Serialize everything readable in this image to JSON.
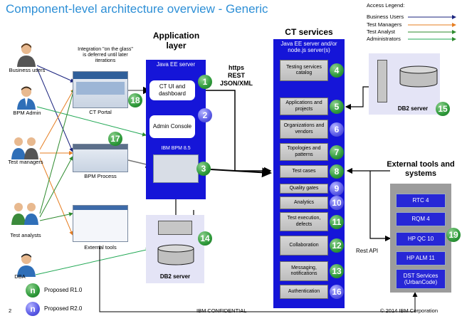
{
  "title": "Component-level architecture overview - Generic",
  "legend": {
    "title": "Access Legend:",
    "items": [
      {
        "label": "Business Users",
        "color": "#1a237e"
      },
      {
        "label": "Test Managers",
        "color": "#e67e22"
      },
      {
        "label": "Test Analyst",
        "color": "#2e8b2e"
      },
      {
        "label": "Administrators",
        "color": "#22a855"
      }
    ]
  },
  "actors": {
    "business_users": "Business users",
    "bpm_admin": "BPM Admin",
    "test_managers": "Test managers",
    "test_analysts": "Test analysts",
    "dba": "DBA"
  },
  "integration_note": "Integration \"on the glass\" is deferred until later iterations",
  "screens": {
    "ct_portal": "CT Portal",
    "bpm_process": "BPM Process",
    "external_tools": "External tools"
  },
  "application_layer": {
    "heading": "Application layer",
    "server": "Java EE server",
    "ct_ui": "CT UI and dashboard",
    "admin_console": "Admin Console",
    "ibm_bpm": "IBM BPM 8.5"
  },
  "protocol": {
    "line1": "https",
    "line2": "REST",
    "line3": "JSON/XML"
  },
  "ct_services": {
    "heading": "CT services",
    "server": "Java EE server and/or node.js server(s)",
    "items": [
      {
        "label": "Testing services catalog",
        "num": "4"
      },
      {
        "label": "Applications and projects",
        "num": "5"
      },
      {
        "label": "Organizations and vendors",
        "num": "6"
      },
      {
        "label": "Topologies and patterns",
        "num": "7"
      },
      {
        "label": "Test cases",
        "num": "8"
      },
      {
        "label": "Quality gates",
        "num": "9"
      },
      {
        "label": "Analytics",
        "num": "10"
      },
      {
        "label": "Test execution, defects",
        "num": "11"
      },
      {
        "label": "Collaboration",
        "num": "12"
      },
      {
        "label": "Messaging, notifications",
        "num": "13"
      },
      {
        "label": "Authentication",
        "num": "16"
      }
    ]
  },
  "db2_top": "DB2 server",
  "db2_bottom": "DB2 server",
  "external": {
    "heading": "External tools and systems",
    "items": [
      "RTC 4",
      "RQM 4",
      "HP QC 10",
      "HP ALM 11",
      "DST Services (UrbanCode)"
    ],
    "rest_api": "Rest API"
  },
  "numbers": {
    "ct_ui": "1",
    "admin": "2",
    "bpm": "3",
    "db2_top": "15",
    "db2_bottom": "14",
    "bpm_process": "17",
    "ct_portal": "18",
    "external": "19"
  },
  "releases": {
    "r1_badge": "n",
    "r1_label": "Proposed R1.0",
    "r2_badge": "n",
    "r2_label": "Proposed R2.0"
  },
  "footer": {
    "page": "2",
    "confidential": "IBM CONFIDENTIAL",
    "copyright": "© 2014 IBM Corporation"
  }
}
